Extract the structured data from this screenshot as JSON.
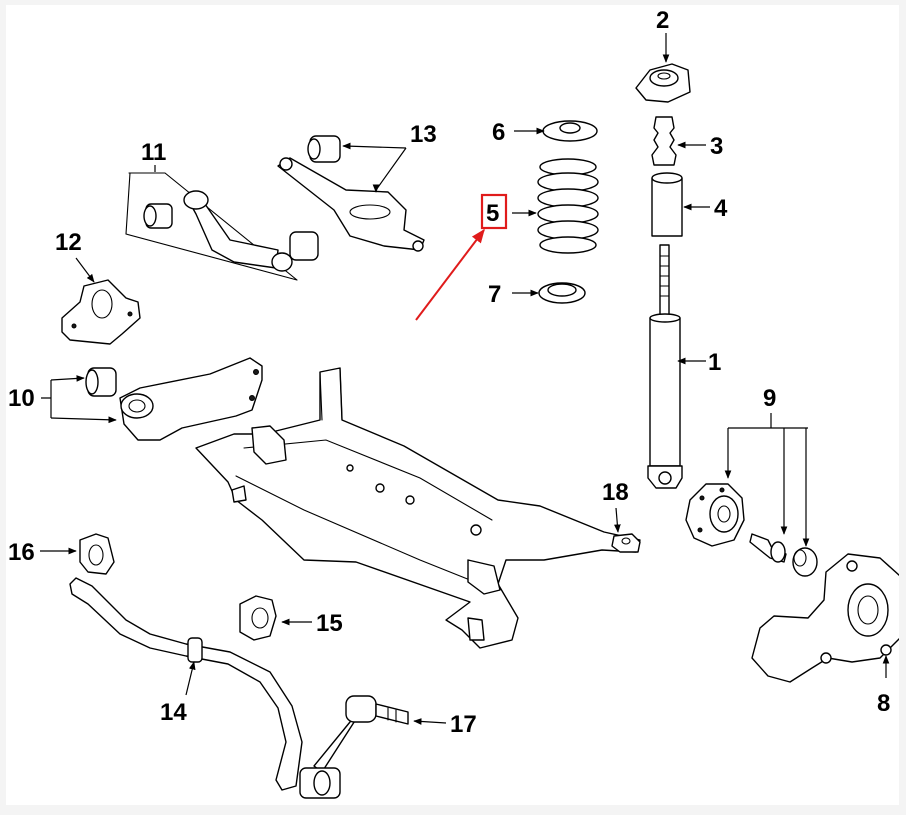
{
  "diagram": {
    "callouts": [
      {
        "id": "c1",
        "label": "1"
      },
      {
        "id": "c2",
        "label": "2"
      },
      {
        "id": "c3",
        "label": "3"
      },
      {
        "id": "c4",
        "label": "4"
      },
      {
        "id": "c5",
        "label": "5"
      },
      {
        "id": "c6",
        "label": "6"
      },
      {
        "id": "c7",
        "label": "7"
      },
      {
        "id": "c8",
        "label": "8"
      },
      {
        "id": "c9",
        "label": "9"
      },
      {
        "id": "c10",
        "label": "10"
      },
      {
        "id": "c11",
        "label": "11"
      },
      {
        "id": "c12",
        "label": "12"
      },
      {
        "id": "c13",
        "label": "13"
      },
      {
        "id": "c14",
        "label": "14"
      },
      {
        "id": "c15",
        "label": "15"
      },
      {
        "id": "c16",
        "label": "16"
      },
      {
        "id": "c17",
        "label": "17"
      },
      {
        "id": "c18",
        "label": "18"
      }
    ],
    "highlighted_label": "5",
    "highlight_color": "#e01b1b"
  }
}
